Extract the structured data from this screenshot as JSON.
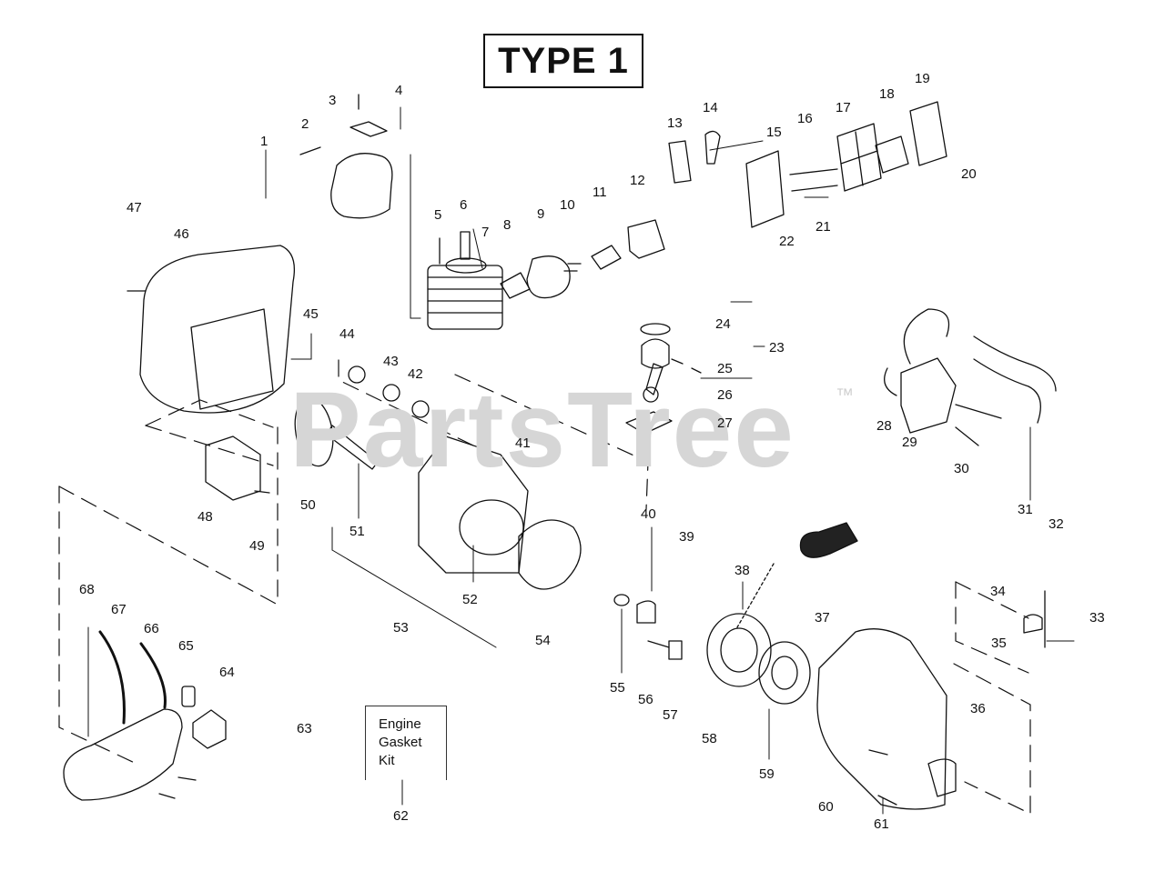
{
  "title": "TYPE 1",
  "watermark": "PartsTree",
  "watermark_mark": "™",
  "kit_box": {
    "lines": [
      "Engine",
      "Gasket",
      "Kit"
    ]
  },
  "callouts": [
    "1",
    "2",
    "3",
    "4",
    "5",
    "6",
    "7",
    "8",
    "9",
    "10",
    "11",
    "12",
    "13",
    "14",
    "15",
    "16",
    "17",
    "18",
    "19",
    "20",
    "21",
    "22",
    "23",
    "24",
    "25",
    "26",
    "27",
    "28",
    "29",
    "30",
    "31",
    "32",
    "33",
    "34",
    "35",
    "36",
    "37",
    "38",
    "39",
    "40",
    "41",
    "42",
    "43",
    "44",
    "45",
    "46",
    "47",
    "48",
    "49",
    "50",
    "51",
    "52",
    "53",
    "54",
    "55",
    "56",
    "57",
    "58",
    "59",
    "60",
    "61",
    "62",
    "63",
    "64",
    "65",
    "66",
    "67",
    "68"
  ]
}
